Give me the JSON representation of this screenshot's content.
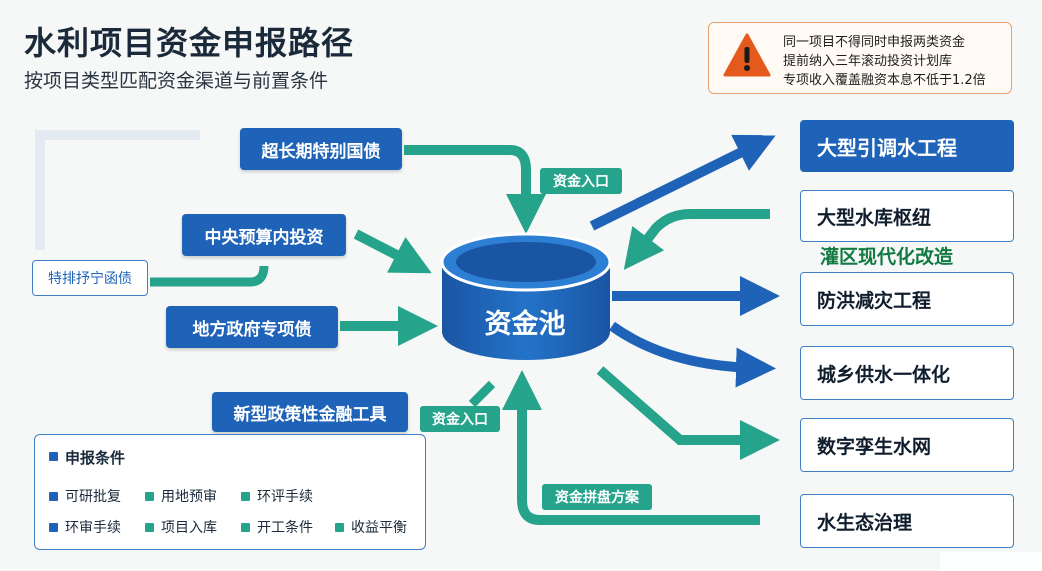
{
  "title": "水利项目资金申报路径",
  "subtitle": "按项目类型匹配资金渠道与前置条件",
  "warning": {
    "icon": "warning-triangle-icon",
    "lines": [
      "同一项目不得同时申报两类资金",
      "提前纳入三年滚动投资计划库",
      "专项收入覆盖融资本息不低于1.2倍"
    ]
  },
  "sources": {
    "ultra_long_bond": "超长期特别国债",
    "central_budget": "中央预算内投资",
    "local_special_bond": "地方政府专项债",
    "policy_finance_tool": "新型政策性金融工具",
    "special_bond_side": "特排抒宁函债"
  },
  "pool": "资金池",
  "tags": {
    "entry_top": "资金入口",
    "entry_bottom": "资金入口",
    "combine_plan": "资金拼盘方案"
  },
  "targets": {
    "large_diversion": "大型引调水工程",
    "reservoir_hub": "大型水库枢纽",
    "irrigation_modernization": "灌区现代化改造",
    "flood_control": "防洪减灾工程",
    "urban_rural_water": "城乡供水一体化",
    "digital_twin": "数字孪生水网",
    "water_ecology": "水生态治理"
  },
  "conditions": {
    "title": "申报条件",
    "items": [
      {
        "label": "可研批复",
        "color": "#1e63b8"
      },
      {
        "label": "用地预审",
        "color": "#26a38b"
      },
      {
        "label": "环评手续",
        "color": "#26a38b"
      },
      {
        "label": "环审手续",
        "color": "#1e63b8"
      },
      {
        "label": "项目入库",
        "color": "#26a38b"
      },
      {
        "label": "开工条件",
        "color": "#26a38b"
      },
      {
        "label": "收益平衡",
        "color": "#26a38b"
      }
    ]
  },
  "colors": {
    "blue": "#1e63b8",
    "teal": "#26a38b",
    "warning": "#e35a1c"
  }
}
